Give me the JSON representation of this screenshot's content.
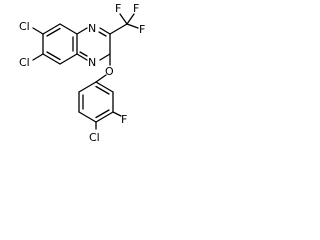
{
  "molecule": {
    "labels": {
      "cl_top": "Cl",
      "cl_left": "Cl",
      "n_top": "N",
      "n_bottom": "N",
      "f_cf3_top_left": "F",
      "f_cf3_top_right": "F",
      "f_cf3_right": "F",
      "o_ether": "O",
      "cl_bottom": "Cl",
      "f_ring": "F"
    }
  }
}
